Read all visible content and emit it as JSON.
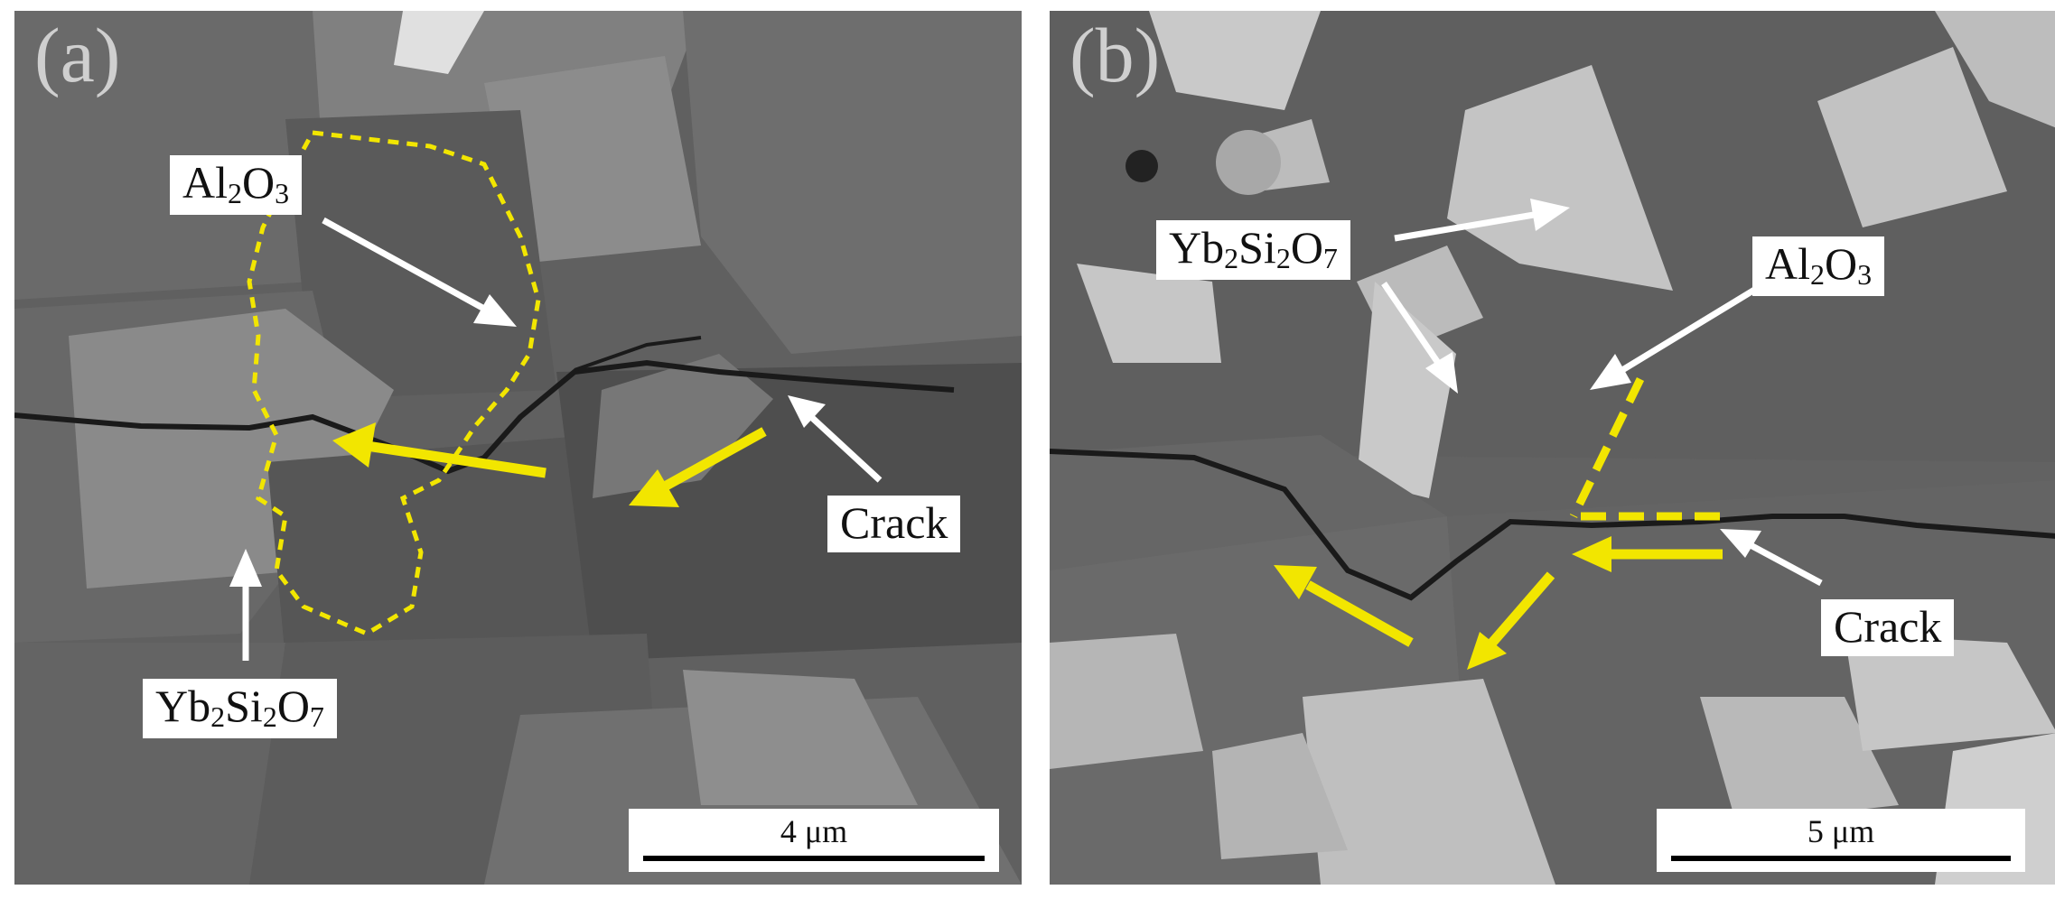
{
  "panel_a": {
    "letter": "(a)",
    "labels": {
      "alumina": {
        "main": "Al",
        "s1": "2",
        "m2": "O",
        "s2": "3"
      },
      "crack": "Crack",
      "ytterbium": {
        "main": "Yb",
        "s1": "2",
        "m2": "Si",
        "s2": "2",
        "m3": "O",
        "s3": "7"
      }
    },
    "scale_bar": "4 μm"
  },
  "panel_b": {
    "letter": "(b)",
    "labels": {
      "ytterbium": {
        "main": "Yb",
        "s1": "2",
        "m2": "Si",
        "s2": "2",
        "m3": "O",
        "s3": "7"
      },
      "alumina": {
        "main": "Al",
        "s1": "2",
        "m2": "O",
        "s2": "3"
      },
      "crack": "Crack"
    },
    "scale_bar": "5 μm"
  },
  "colors": {
    "annotation_yellow": "#f2e600",
    "annotation_white": "#ffffff",
    "sem_background": "#5e5e5e"
  }
}
